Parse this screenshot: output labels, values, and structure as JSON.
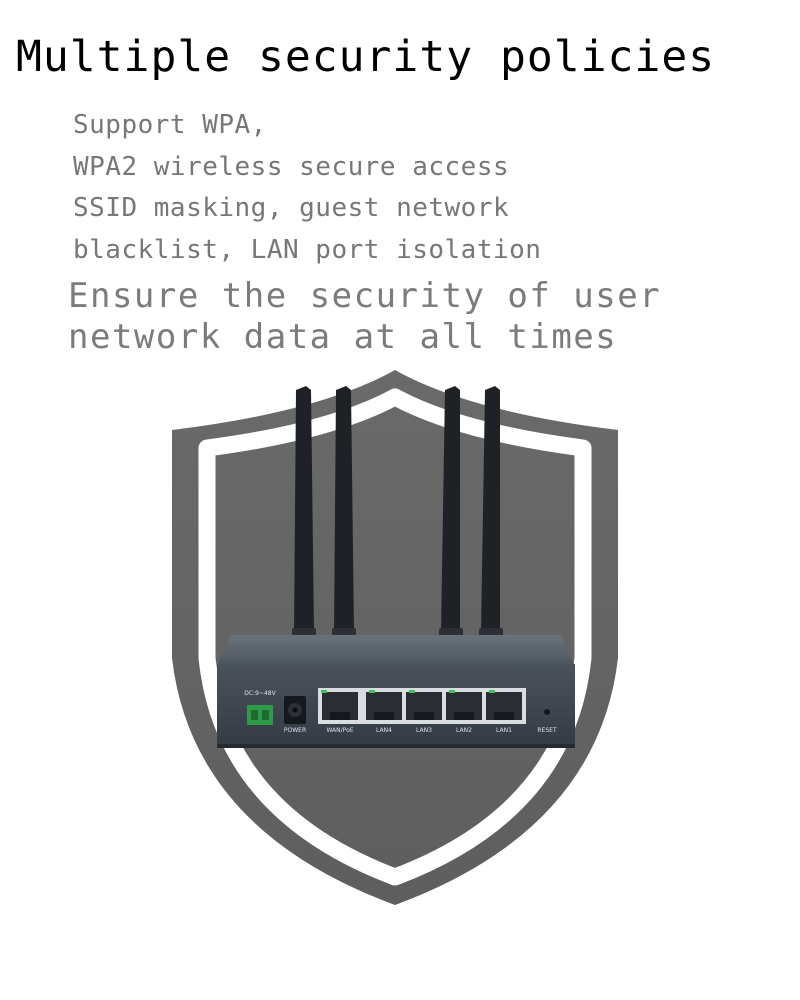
{
  "headline": "Multiple security policies",
  "features": [
    "Support WPA,",
    "WPA2 wireless secure access",
    "SSID masking, guest network",
    "blacklist, LAN port isolation"
  ],
  "tagline": {
    "line1": "Ensure the security of user",
    "line2": "network data at all times"
  },
  "router": {
    "dc_label": "DC:9~48V",
    "ports": {
      "power": "POWER",
      "wan": "WAN/PoE",
      "lan4": "LAN4",
      "lan3": "LAN3",
      "lan2": "LAN2",
      "lan1": "LAN1",
      "reset": "RESET"
    }
  },
  "colors": {
    "headline": "#000000",
    "body_text": "#777777",
    "shield_fill": "#666666",
    "router_body": "#3e4651",
    "port_led": "#3fbf5a"
  },
  "icons": [
    "shield-icon",
    "router-image",
    "antenna-icon",
    "ethernet-port-icon"
  ]
}
